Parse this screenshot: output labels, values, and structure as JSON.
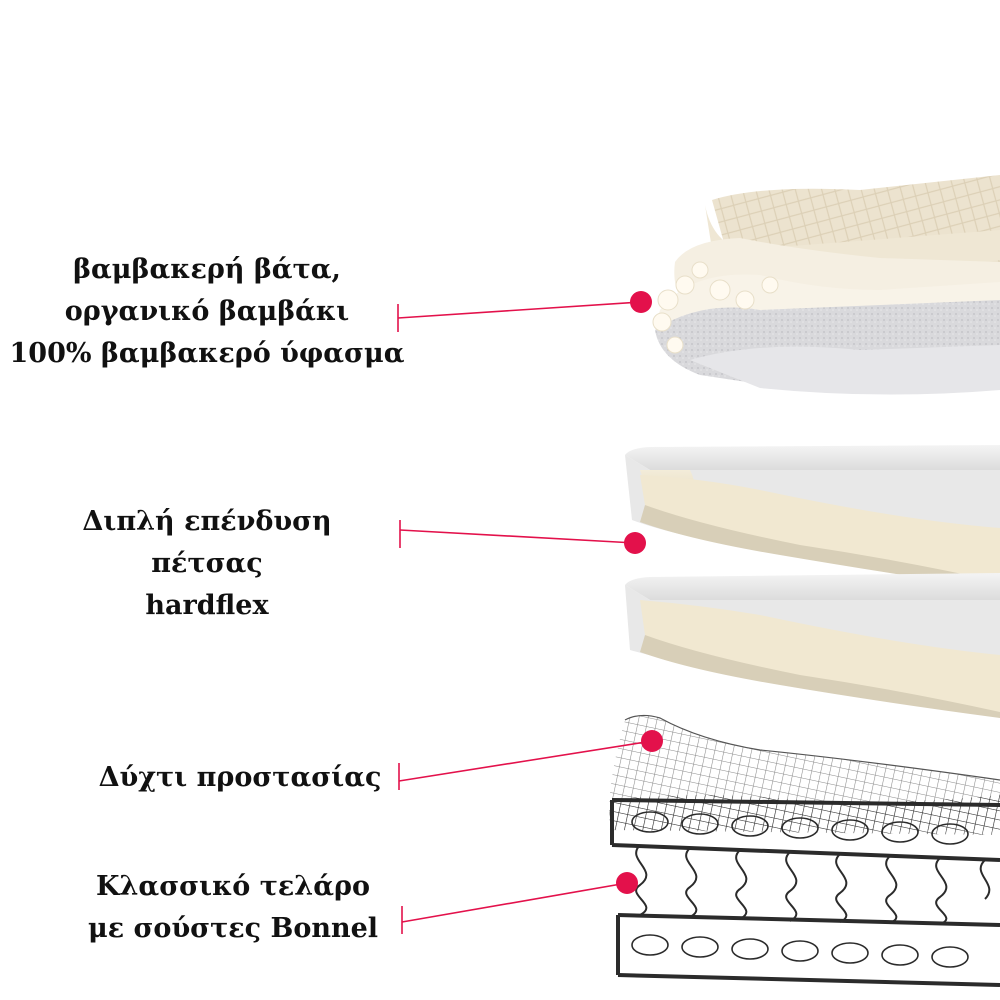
{
  "layers": [
    {
      "id": "cotton",
      "lines": [
        "βαμβακερή βάτα,",
        "οργανικό βαμβάκι",
        "100% βαμβακερό ύφασμα"
      ]
    },
    {
      "id": "foam",
      "lines": [
        "Διπλή επένδυση",
        "πέτσας",
        "hardflex"
      ]
    },
    {
      "id": "net",
      "lines": [
        "Δύχτι προστασίας"
      ]
    },
    {
      "id": "frame",
      "lines": [
        "Κλασσικό τελάρο",
        "με σούστες Bonnel"
      ]
    }
  ],
  "colors": {
    "accent": "#e3114b",
    "text": "#111111",
    "background": "#ffffff"
  }
}
